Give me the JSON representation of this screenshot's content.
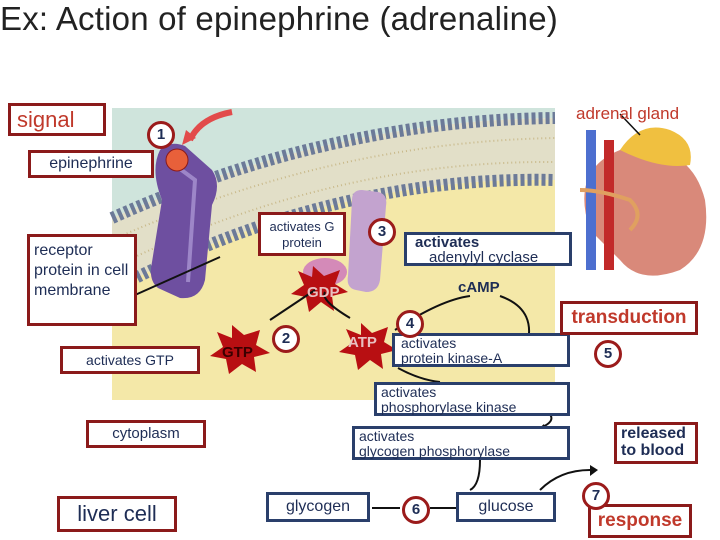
{
  "title": "Ex: Action of epinephrine (adrenaline)",
  "labels": {
    "signal": "signal",
    "adrenal_gland": "adrenal gland",
    "epinephrine": "epinephrine",
    "receptor": "receptor protein in cell membrane",
    "activates_gtp": "activates GTP",
    "cytoplasm": "cytoplasm",
    "liver_cell": "liver cell",
    "activates_g_protein": "activates G protein",
    "activates_adenylyl_1": "activates",
    "activates_adenylyl_2": "adenylyl cyclase",
    "gdp": "GDP",
    "gtp": "GTP",
    "atp": "ATP",
    "camp": "cAMP",
    "transduction": "transduction",
    "activates_pka_1": "activates",
    "activates_pka_2": "protein kinase-A",
    "activates_phosphorylase_kinase_1": "activates",
    "activates_phosphorylase_kinase_2": "phosphorylase kinase",
    "activates_glycogen_phosphorylase_1": "activates",
    "activates_glycogen_phosphorylase_2": "glycogen phosphorylase",
    "released_1": "released",
    "released_2": "to blood",
    "glycogen": "glycogen",
    "glucose": "glucose",
    "response": "response"
  },
  "steps": [
    "1",
    "2",
    "3",
    "4",
    "5",
    "6",
    "7"
  ],
  "colors": {
    "red_border": "#8b1a1a",
    "blue_border": "#2a3f6b",
    "red_text": "#c0392b",
    "star": "#b80f12",
    "cytoplasm": "#f4e8a8",
    "extracellular": "#cfe4dc",
    "receptor": "#6e4fa0",
    "g_protein": "#d48ab8",
    "adenylyl_cyclase": "#c3a3cf"
  }
}
